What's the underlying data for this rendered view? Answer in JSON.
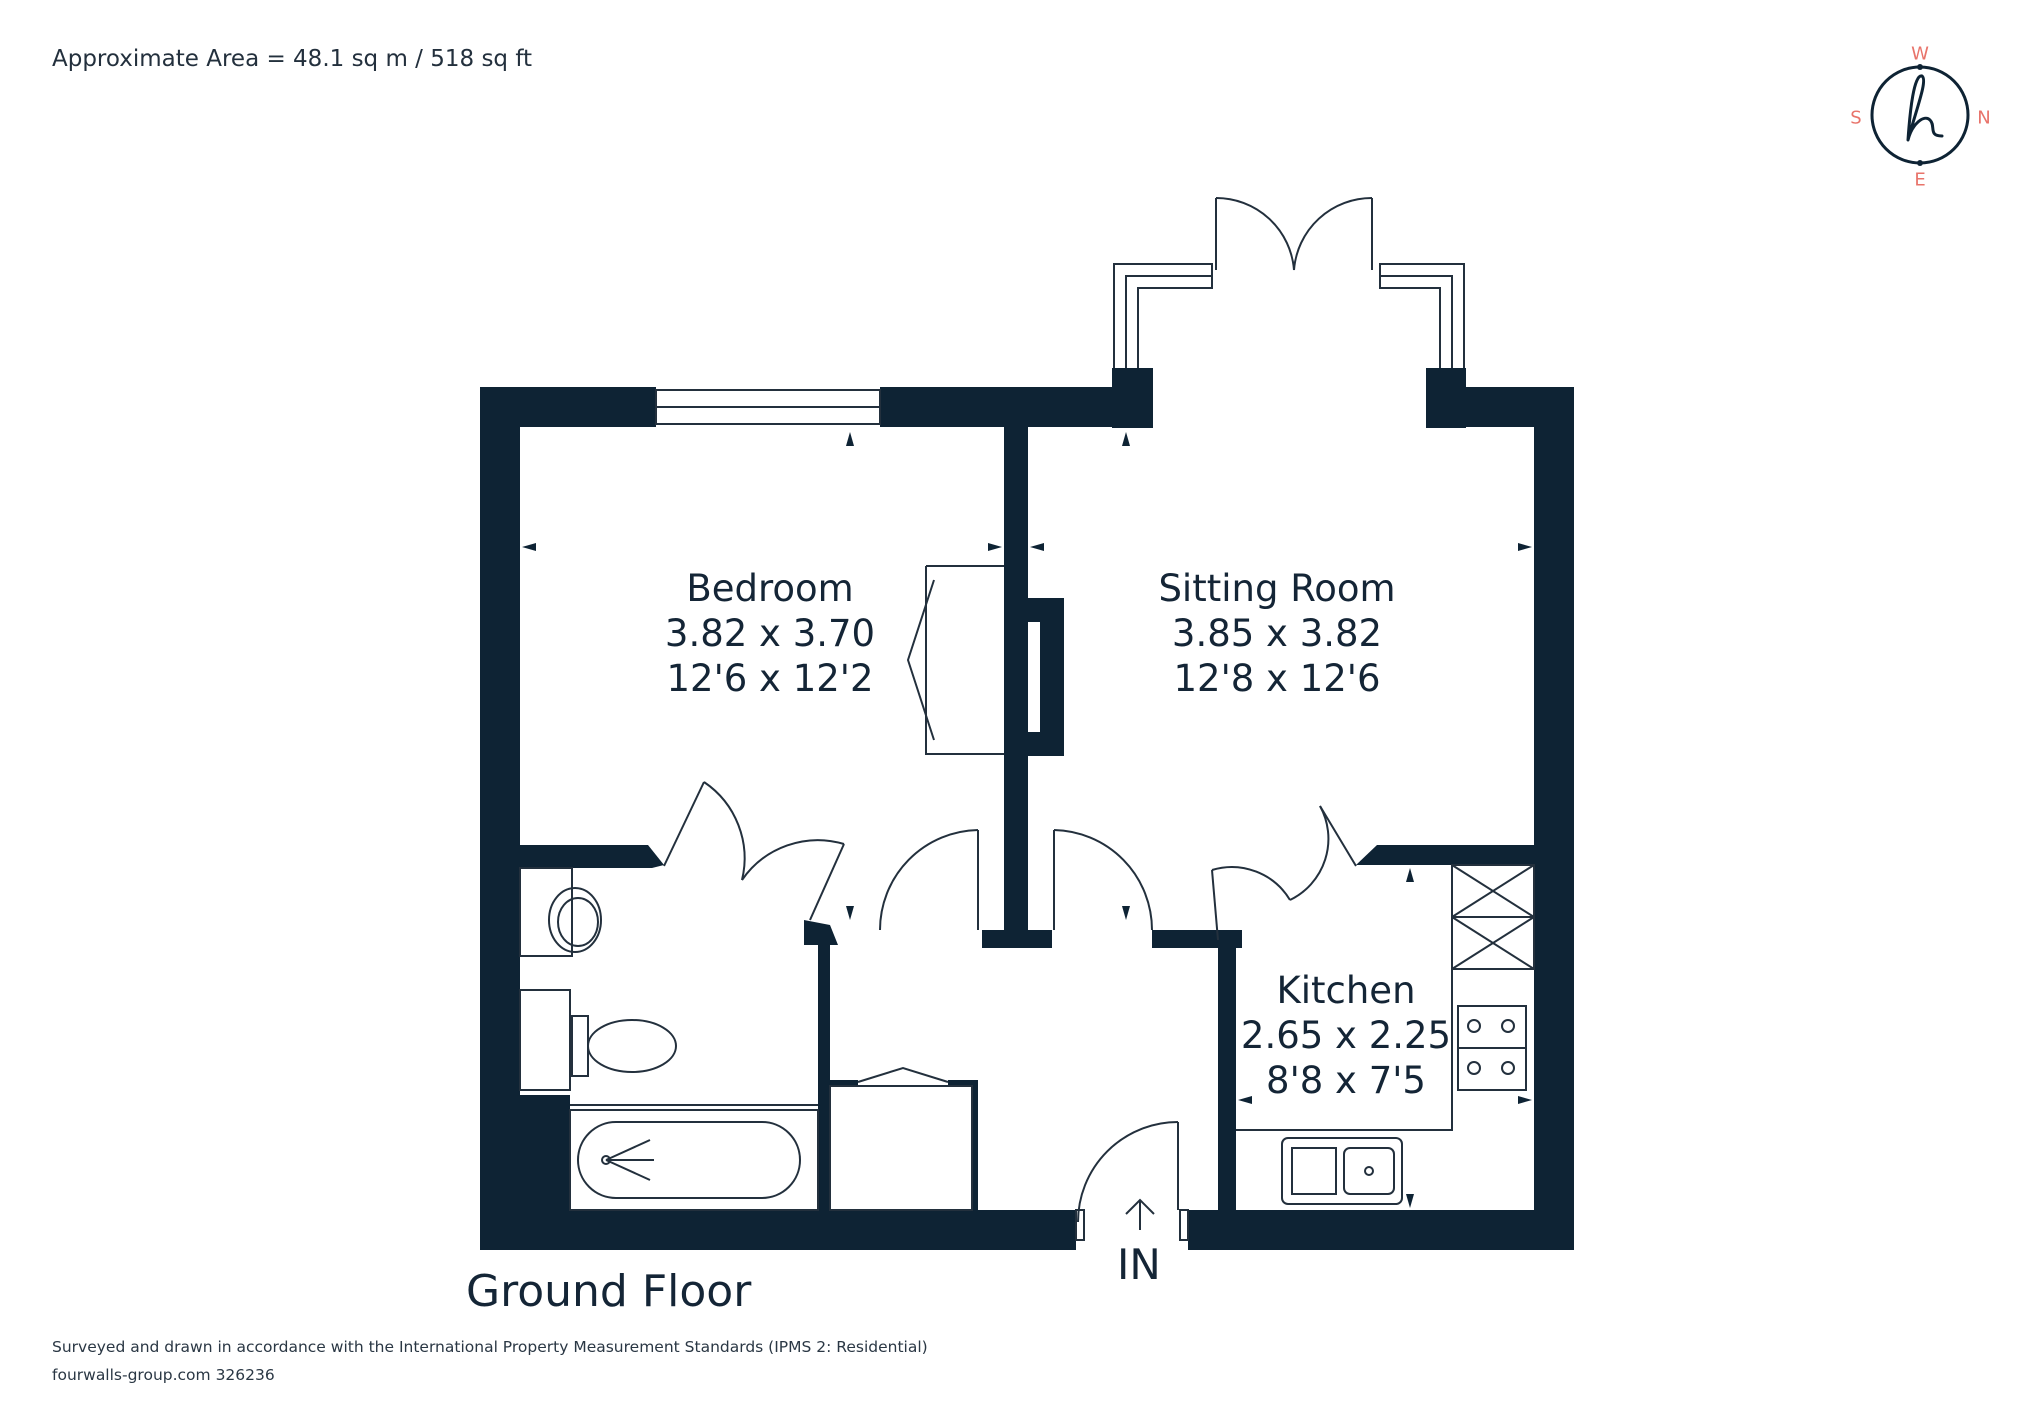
{
  "header": {
    "area_text": "Approximate Area = 48.1 sq m / 518 sq ft"
  },
  "rooms": [
    {
      "name": "Bedroom",
      "metric": "3.82 x 3.70",
      "imperial": "12'6 x 12'2"
    },
    {
      "name": "Sitting Room",
      "metric": "3.85 x 3.82",
      "imperial": "12'8 x 12'6"
    },
    {
      "name": "Kitchen",
      "metric": "2.65 x 2.25",
      "imperial": "8'8 x 7'5"
    }
  ],
  "floor": {
    "label": "Ground Floor",
    "entrance_label": "IN"
  },
  "compass": {
    "w": "W",
    "n": "N",
    "s": "S",
    "e": "E",
    "logo_letter": "h"
  },
  "footer": {
    "standards_text": "Surveyed and drawn in accordance with the International Property Measurement Standards (IPMS 2: Residential)",
    "ref_text": "fourwalls-group.com 326236"
  },
  "colors": {
    "wall": "#0e2334",
    "accent": "#e8736a",
    "line": "#23303d"
  }
}
